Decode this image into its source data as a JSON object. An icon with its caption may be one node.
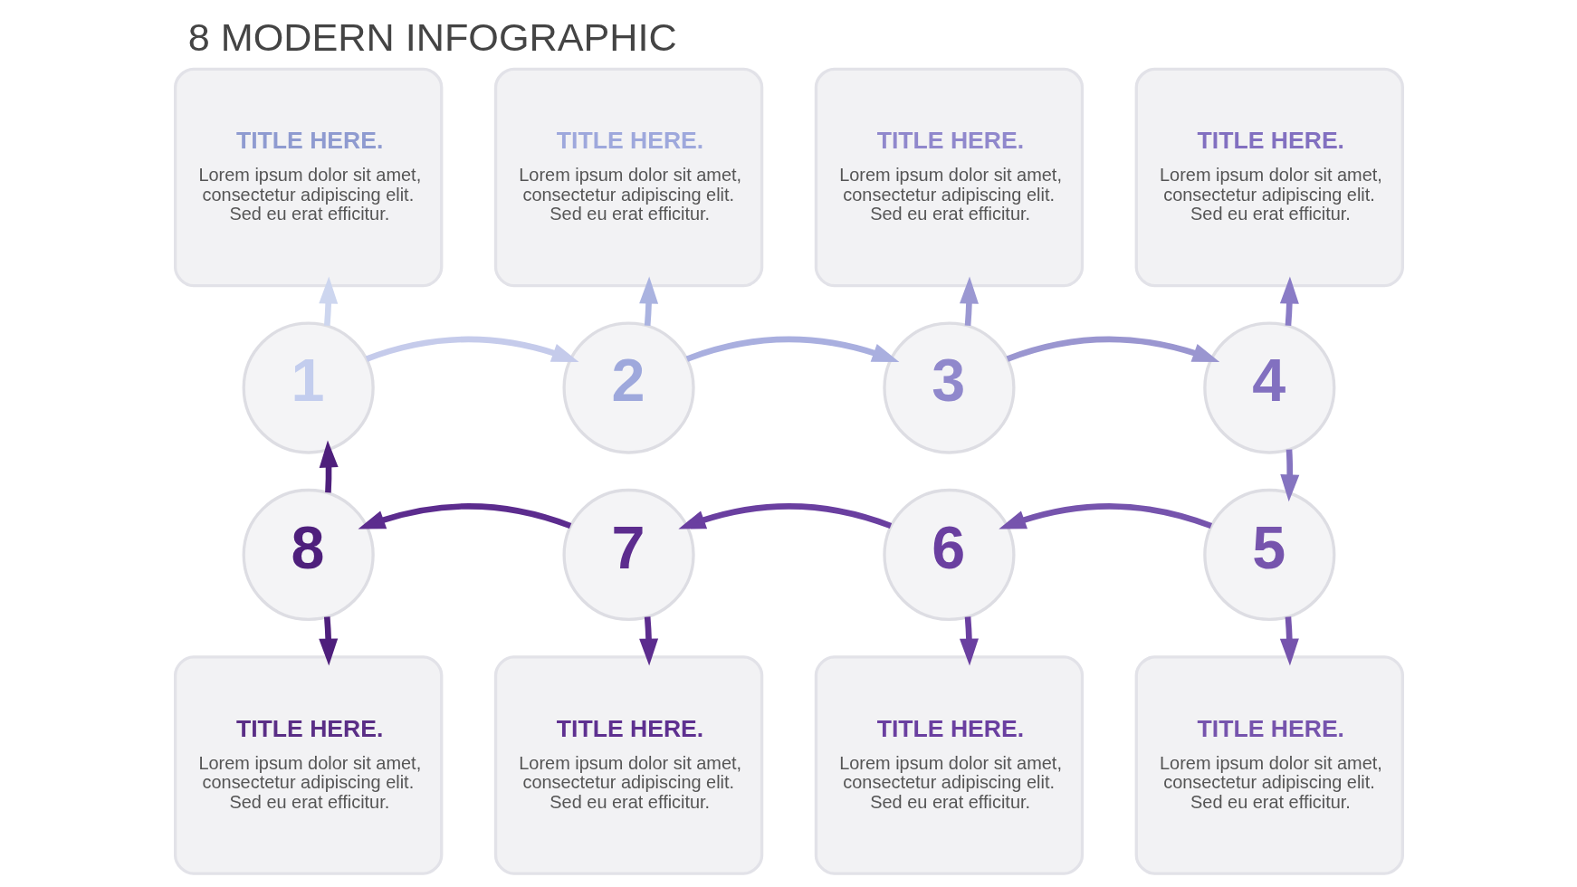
{
  "diagram": {
    "title": "8 MODERN INFOGRAPHIC",
    "nodes": [
      {
        "text": [
          "TITLE HERE.",
          "Lorem ipsum dolor sit amet, consectetur adipiscing elit. Sed eu erat efficitur."
        ]
      },
      {
        "text": [
          "TITLE HERE.",
          "Lorem ipsum dolor sit amet, consectetur adipiscing elit. Sed eu erat efficitur."
        ]
      },
      {
        "text": [
          "TITLE HERE.",
          "Lorem ipsum dolor sit amet, consectetur adipiscing elit. Sed eu erat efficitur."
        ]
      },
      {
        "text": [
          "TITLE HERE.",
          "Lorem ipsum dolor sit amet, consectetur adipiscing elit. Sed eu erat efficitur."
        ]
      },
      {
        "text": [
          "1"
        ]
      },
      {
        "text": [
          "2"
        ]
      },
      {
        "text": [
          "3"
        ]
      },
      {
        "text": [
          "4"
        ]
      },
      {
        "text": [
          "8"
        ]
      },
      {
        "text": [
          "7"
        ]
      },
      {
        "text": [
          "6"
        ]
      },
      {
        "text": [
          "5"
        ]
      },
      {
        "text": [
          "TITLE HERE.",
          "Lorem ipsum dolor sit amet, consectetur adipiscing elit. Sed eu erat efficitur."
        ]
      },
      {
        "text": [
          "TITLE HERE.",
          "Lorem ipsum dolor sit amet, consectetur adipiscing elit. Sed eu erat efficitur."
        ]
      },
      {
        "text": [
          "TITLE HERE.",
          "Lorem ipsum dolor sit amet, consectetur adipiscing elit. Sed eu erat efficitur."
        ]
      },
      {
        "text": [
          "TITLE HERE.",
          "Lorem ipsum dolor sit amet, consectetur adipiscing elit. Sed eu erat efficitur."
        ]
      }
    ],
    "edges": [
      {
        "from": 4,
        "to": 5,
        "arrow": "to",
        "color": "#c5cbeb"
      },
      {
        "from": 5,
        "to": 6,
        "arrow": "to",
        "color": "#a9afdf"
      },
      {
        "from": 6,
        "to": 7,
        "arrow": "to",
        "color": "#9a96d0"
      },
      {
        "from": 7,
        "to": 11,
        "arrow": "to",
        "color": "#8574c0"
      },
      {
        "from": 11,
        "to": 10,
        "arrow": "to",
        "color": "#7654ad"
      },
      {
        "from": 10,
        "to": 9,
        "arrow": "to",
        "color": "#6a3fa0"
      },
      {
        "from": 9,
        "to": 8,
        "arrow": "to",
        "color": "#5c2c8e"
      },
      {
        "from": 8,
        "to": 4,
        "arrow": "to",
        "color": "#4e1f7c"
      },
      {
        "from": 4,
        "to": 0,
        "arrow": "to",
        "color": "#cdd6ef"
      },
      {
        "from": 5,
        "to": 1,
        "arrow": "to",
        "color": "#aab3e0"
      },
      {
        "from": 6,
        "to": 2,
        "arrow": "to",
        "color": "#9b98d2"
      },
      {
        "from": 7,
        "to": 3,
        "arrow": "to",
        "color": "#8a7cc6"
      },
      {
        "from": 8,
        "to": 12,
        "arrow": "to",
        "color": "#4e1f7c"
      },
      {
        "from": 9,
        "to": 13,
        "arrow": "to",
        "color": "#5c2c8e"
      },
      {
        "from": 10,
        "to": 14,
        "arrow": "to",
        "color": "#6a3fa0"
      },
      {
        "from": 11,
        "to": 15,
        "arrow": "to",
        "color": "#7654ad"
      }
    ]
  }
}
